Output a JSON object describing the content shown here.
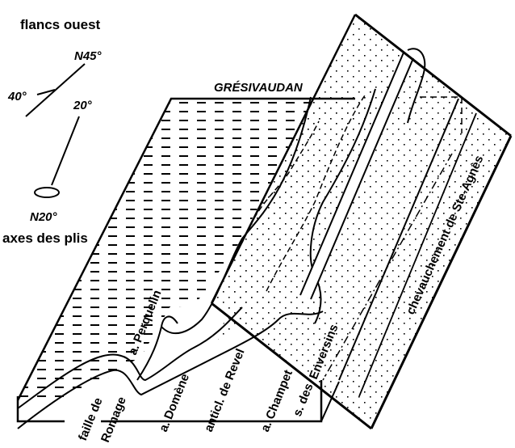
{
  "legend": {
    "title": "flancs ouest",
    "strike_label": "N45°",
    "dip_label": "40°",
    "plunge_label": "20°",
    "axis_label": "N20°",
    "axis_caption": "axes des plis"
  },
  "labels": {
    "gresivaudan": "GRÉSIVAUDAN",
    "perquelin": "a. Perquelin",
    "faille_1": "faille de",
    "faille_2": "Romage",
    "domene": "a. Domène",
    "revel": "anticl. de Revel",
    "champet": "a. Champet",
    "enversins_1": "s. des",
    "enversins_2": "Enversins",
    "chevauchement": "chevauchement de Ste-Agnès"
  },
  "colors": {
    "ink": "#000000",
    "paper": "#ffffff"
  }
}
